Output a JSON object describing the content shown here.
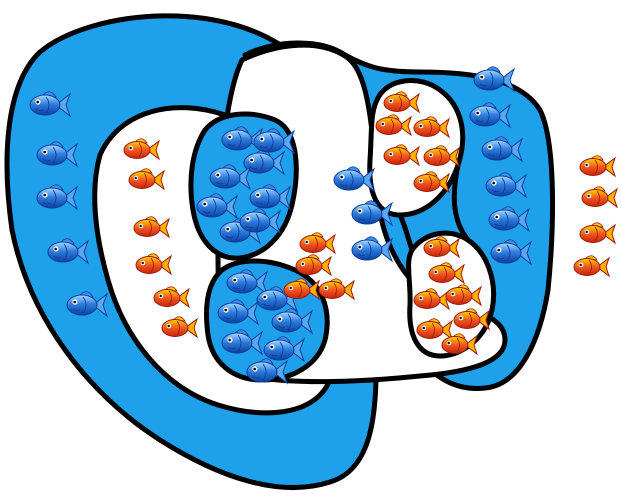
{
  "colors": {
    "background": "#ffffff",
    "region_fill": "#1ea0ea",
    "region_blank": "#ffffff",
    "outline": "#000000",
    "blue_fish_body": "#1f6fd6",
    "blue_fish_light": "#9fd4ff",
    "red_fish_body": "#e8401c",
    "red_fish_light": "#ffd000"
  },
  "diagram": {
    "regions": [
      "outer-loop",
      "middle-loop",
      "right-band",
      "figure-eight-lobes"
    ],
    "fish_groups": [
      {
        "id": "blue-left-margin",
        "kind": "blue",
        "count": 5
      },
      {
        "id": "red-inner-left",
        "kind": "red",
        "count": 6
      },
      {
        "id": "blue-upper-lobe",
        "kind": "blue",
        "count": 8
      },
      {
        "id": "blue-lower-lobe",
        "kind": "blue",
        "count": 7
      },
      {
        "id": "red-center",
        "kind": "red",
        "count": 4
      },
      {
        "id": "blue-center-band",
        "kind": "blue",
        "count": 3
      },
      {
        "id": "red-upper-right-lobe",
        "kind": "red",
        "count": 6
      },
      {
        "id": "red-lower-right-lobe",
        "kind": "red",
        "count": 7
      },
      {
        "id": "blue-right-band",
        "kind": "blue",
        "count": 6
      },
      {
        "id": "red-outside-right",
        "kind": "red",
        "count": 4
      }
    ],
    "fish_total": 56
  }
}
